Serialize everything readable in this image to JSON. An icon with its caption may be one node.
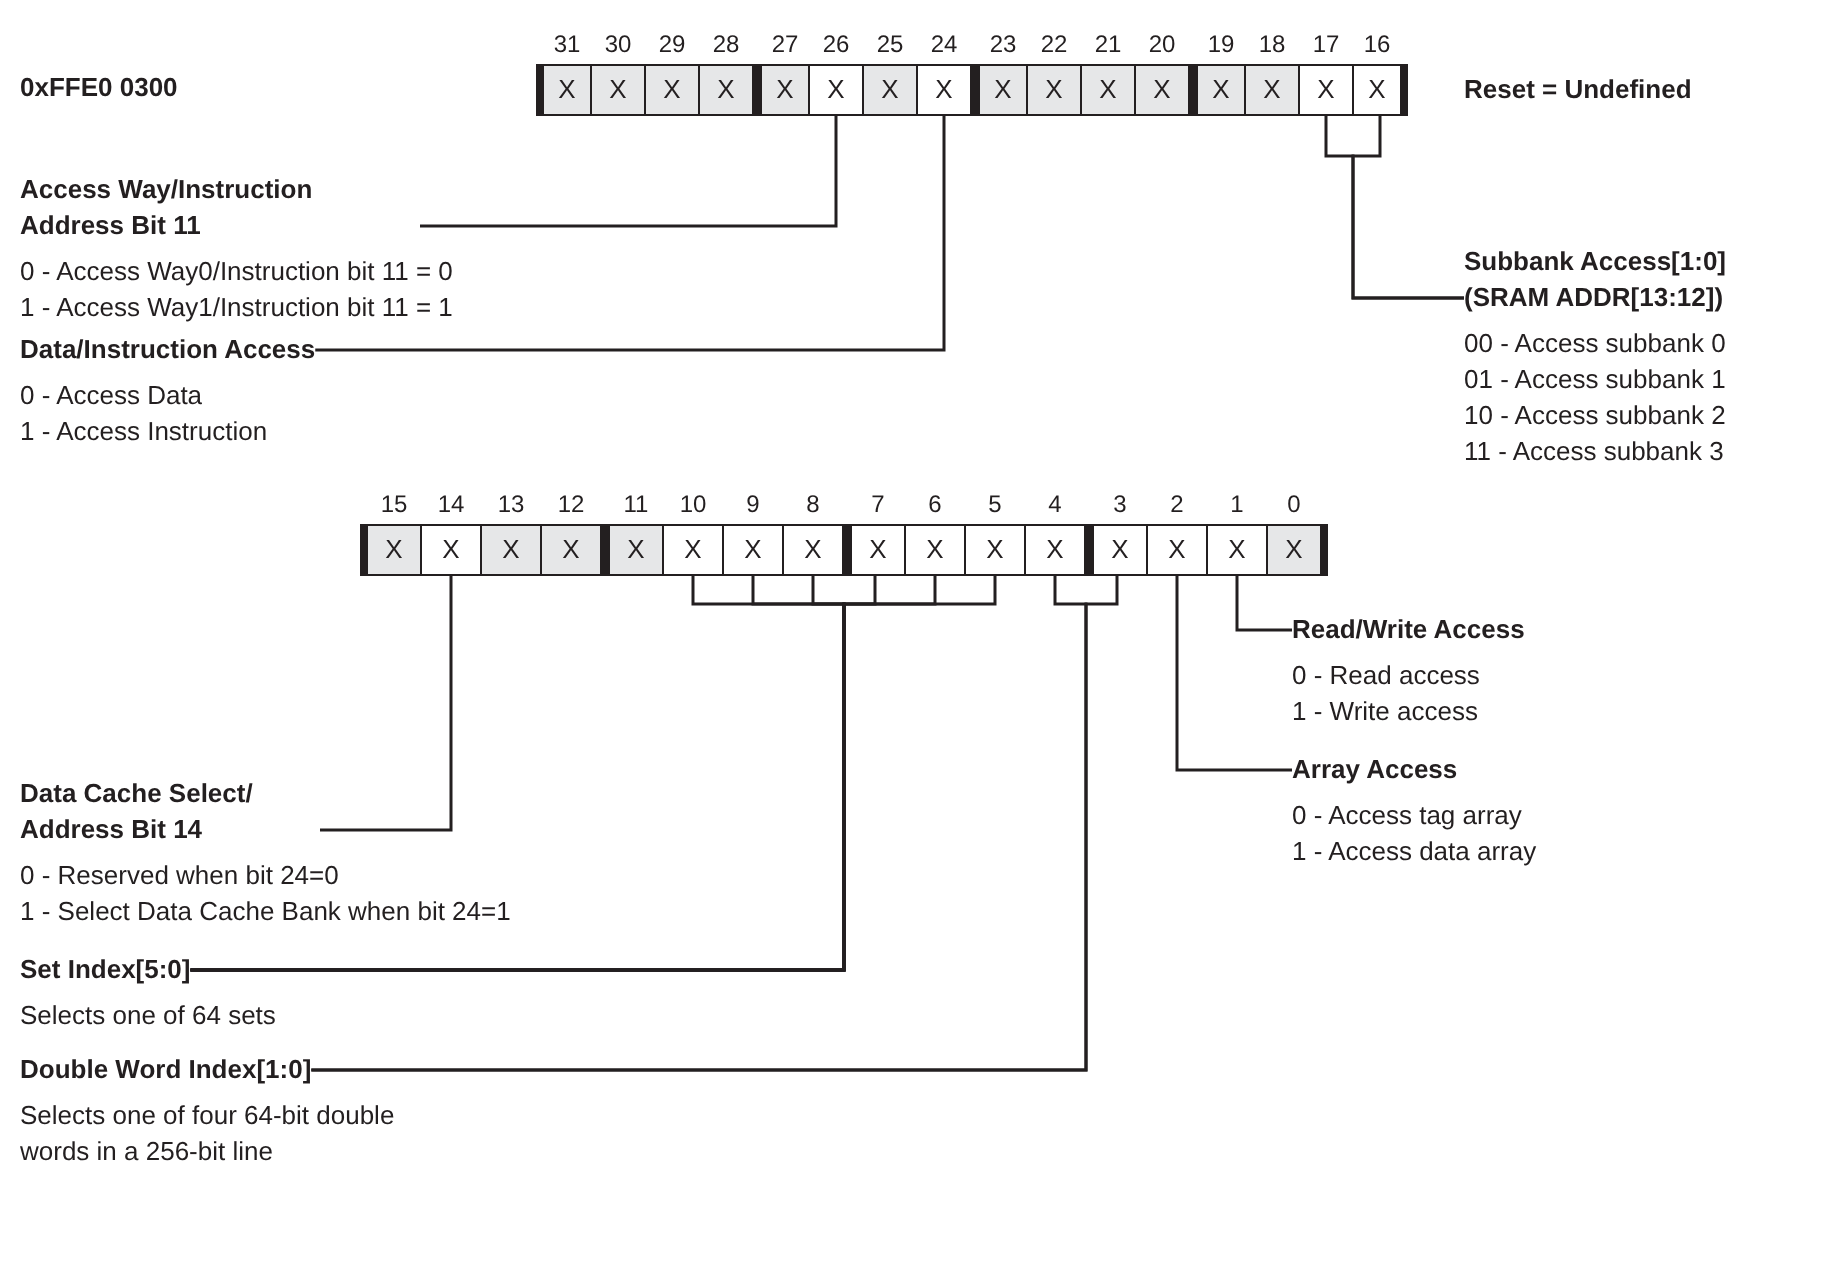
{
  "diagram": {
    "nodes": [
      {
        "text": [],
        "shape": "bar"
      },
      {
        "text": [
          "X"
        ],
        "in": 0,
        "beside": [
          "31"
        ]
      },
      {
        "text": [
          "X"
        ],
        "in": 0,
        "beside": [
          "30"
        ]
      },
      {
        "text": [
          "X"
        ],
        "in": 0,
        "beside": [
          "29"
        ]
      },
      {
        "text": [
          "X"
        ],
        "in": 0,
        "beside": [
          "28"
        ]
      },
      {
        "text": [
          "X"
        ],
        "in": 0,
        "beside": [
          "27"
        ]
      },
      {
        "text": [
          "X"
        ],
        "in": 0,
        "beside": [
          "26"
        ]
      },
      {
        "text": [
          "X"
        ],
        "in": 0,
        "beside": [
          "25"
        ]
      },
      {
        "text": [
          "X"
        ],
        "in": 0,
        "beside": [
          "24"
        ]
      },
      {
        "text": [
          "X"
        ],
        "in": 0,
        "beside": [
          "23"
        ]
      },
      {
        "text": [
          "X"
        ],
        "in": 0,
        "beside": [
          "22"
        ]
      },
      {
        "text": [
          "X"
        ],
        "in": 0,
        "beside": [
          "21"
        ]
      },
      {
        "text": [
          "X"
        ],
        "in": 0,
        "beside": [
          "20"
        ]
      },
      {
        "text": [
          "X"
        ],
        "in": 0,
        "beside": [
          "19"
        ]
      },
      {
        "text": [
          "X"
        ],
        "in": 0,
        "beside": [
          "18"
        ]
      },
      {
        "text": [
          "X"
        ],
        "in": 0,
        "beside": [
          "17"
        ]
      },
      {
        "text": [
          "X"
        ],
        "in": 0,
        "beside": [
          "16"
        ]
      },
      {
        "text": [],
        "shape": "bar"
      },
      {
        "text": [
          "X"
        ],
        "in": 17,
        "beside": [
          "15"
        ]
      },
      {
        "text": [
          "X"
        ],
        "in": 17,
        "beside": [
          "14"
        ]
      },
      {
        "text": [
          "X"
        ],
        "in": 17,
        "beside": [
          "13"
        ]
      },
      {
        "text": [
          "X"
        ],
        "in": 17,
        "beside": [
          "12"
        ]
      },
      {
        "text": [
          "X"
        ],
        "in": 17,
        "beside": [
          "11"
        ]
      },
      {
        "text": [
          "X"
        ],
        "in": 17,
        "beside": [
          "10"
        ]
      },
      {
        "text": [
          "X"
        ],
        "in": 17,
        "beside": [
          "9"
        ]
      },
      {
        "text": [
          "X"
        ],
        "in": 17,
        "beside": [
          "8"
        ]
      },
      {
        "text": [
          "X"
        ],
        "in": 17,
        "beside": [
          "7"
        ]
      },
      {
        "text": [
          "X"
        ],
        "in": 17,
        "beside": [
          "6"
        ]
      },
      {
        "text": [
          "X"
        ],
        "in": 17,
        "beside": [
          "5"
        ]
      },
      {
        "text": [
          "X"
        ],
        "in": 17,
        "beside": [
          "4"
        ]
      },
      {
        "text": [
          "X"
        ],
        "in": 17,
        "beside": [
          "3"
        ]
      },
      {
        "text": [
          "X"
        ],
        "in": 17,
        "beside": [
          "2"
        ]
      },
      {
        "text": [
          "X"
        ],
        "in": 17,
        "beside": [
          "1"
        ]
      },
      {
        "text": [
          "X"
        ],
        "in": 17,
        "beside": [
          "0"
        ]
      },
      {
        "text": [
          "Access Way/Instruction Address Bit 11",
          "0 - Access Way0/Instruction bit 11 = 0",
          "1 - Access Way1/Instruction bit 11 = 1"
        ]
      },
      {
        "text": [
          "Data/Instruction Access",
          "0 - Access Data",
          "1 - Access Instruction"
        ]
      },
      {
        "text": [
          "Subbank Access[1:0] (SRAM ADDR[13:12])",
          "00 - Access subbank 0",
          "01 - Access subbank 1",
          "10 - Access subbank 2",
          "11 - Access subbank 3"
        ]
      },
      {
        "text": [
          "Data Cache Select/ Address Bit 14",
          "0 - Reserved when bit 24=0",
          "1 - Select Data Cache Bank when bit 24=1"
        ]
      },
      {
        "text": [
          "Set Index[5:0]",
          "Selects one of 64 sets"
        ]
      },
      {
        "text": [
          "Double Word Index[1:0]",
          "Selects one of four 64-bit double words in a 256-bit line"
        ]
      },
      {
        "text": [
          "Read/Write Access",
          "0 - Read access",
          "1 - Write access"
        ]
      },
      {
        "text": [
          "Array Access",
          "0 - Access tag array",
          "1 - Access data array"
        ]
      }
    ],
    "edges": [
      {
        "from": 34,
        "to": 6,
        "arrow": "none"
      },
      {
        "from": 35,
        "to": 8,
        "arrow": "none"
      },
      {
        "from": 36,
        "to": 15,
        "arrow": "none"
      },
      {
        "from": 36,
        "to": 16,
        "arrow": "none"
      },
      {
        "from": 37,
        "to": 19,
        "arrow": "none"
      },
      {
        "from": 38,
        "to": 23,
        "arrow": "none"
      },
      {
        "from": 38,
        "to": 24,
        "arrow": "none"
      },
      {
        "from": 38,
        "to": 25,
        "arrow": "none"
      },
      {
        "from": 38,
        "to": 26,
        "arrow": "none"
      },
      {
        "from": 38,
        "to": 27,
        "arrow": "none"
      },
      {
        "from": 38,
        "to": 28,
        "arrow": "none"
      },
      {
        "from": 39,
        "to": 29,
        "arrow": "none"
      },
      {
        "from": 39,
        "to": 30,
        "arrow": "none"
      },
      {
        "from": 40,
        "to": 32,
        "arrow": "none"
      },
      {
        "from": 41,
        "to": 31,
        "arrow": "none"
      }
    ],
    "labels": [
      "0xFFE0 0300",
      "Reset = Undefined"
    ]
  }
}
